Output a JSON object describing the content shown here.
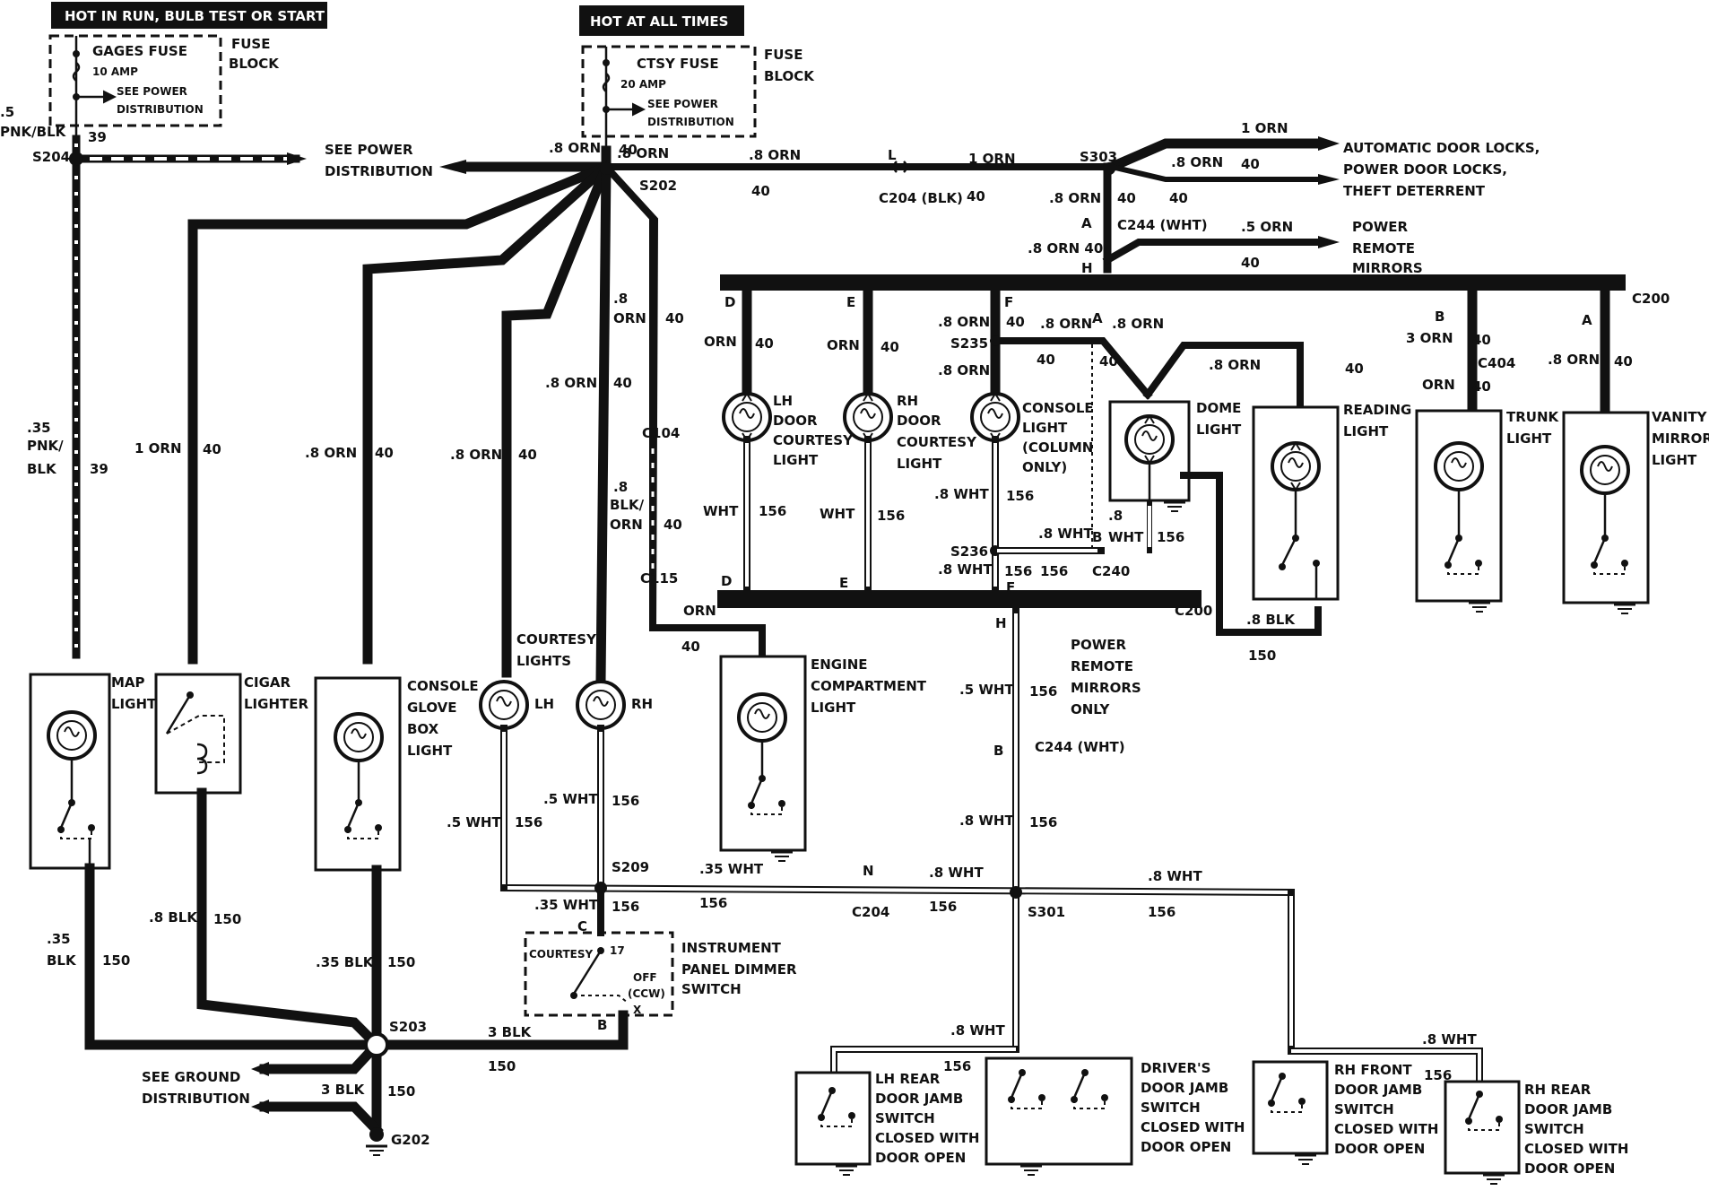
{
  "headers": {
    "run": "HOT IN RUN, BULB TEST OR START",
    "always": "HOT AT ALL TIMES"
  },
  "fuses": {
    "gages": {
      "name": "GAGES FUSE",
      "amp": "10 AMP",
      "see": "SEE POWER",
      "see2": "DISTRIBUTION",
      "block1": "FUSE",
      "block2": "BLOCK"
    },
    "ctsy": {
      "name": "CTSY FUSE",
      "amp": "20 AMP",
      "see": "SEE POWER",
      "see2": "DISTRIBUTION",
      "block1": "FUSE",
      "block2": "BLOCK"
    }
  },
  "power_dist": {
    "l1": "SEE POWER",
    "l2": "DISTRIBUTION"
  },
  "ground_dist": {
    "l1": "SEE GROUND",
    "l2": "DISTRIBUTION"
  },
  "splices": {
    "s204": "S204",
    "s202": "S202",
    "s303": "S303",
    "s235": "S235",
    "s236": "S236",
    "s209": "S209",
    "s301": "S301",
    "s203": "S203",
    "g202": "G202"
  },
  "connectors": {
    "c204blk": "C204 (BLK)",
    "c244a": "C244 (WHT)",
    "c200a": "C200",
    "c200b": "C200",
    "c104": "C104",
    "c115": "C115",
    "c404": "C404",
    "c240": "C240",
    "c244b": "C244 (WHT)",
    "c204": "C204",
    "pins": {
      "L": "L",
      "A": "A",
      "H": "H",
      "D": "D",
      "E": "E",
      "F": "F",
      "A2": "A",
      "B": "B",
      "A3": "A",
      "D2": "D",
      "E2": "E",
      "F2": "F",
      "H2": "H",
      "B2": "B",
      "N": "N",
      "C": "C",
      "B3": "B"
    }
  },
  "wires": {
    "w5pnk": ".5",
    "w5pnk2": "PNK/BLK",
    "w39": "39",
    "w8orn_top": ".8 ORN",
    "w40_top": "40",
    "w8orn_r": ".8 ORN",
    "w40_r": "40",
    "w1orn": "1 ORN",
    "w40_r2": "40",
    "w1orn_adl": "1 ORN",
    "w8orn_adl": ".8 ORN",
    "w40_adl": "40",
    "w8orn_s303": ".8 ORN",
    "w40_s303": "40",
    "w40_s303b": "40",
    "w5orn_prm": ".5 ORN",
    "w40_prm": "40",
    "w8orn40": ".8 ORN 40",
    "w35pnk": ".35",
    "w35pnk2": "PNK/",
    "w35pnk3": "BLK",
    "w39b": "39",
    "w1orn_cig": "1 ORN",
    "w40_cig": "40",
    "w8orn_glove": ".8 ORN",
    "w40_glove": "40",
    "w8orn_lh": ".8 ORN",
    "w40_lh": "40",
    "w8orn_rh": ".8 ORN",
    "w40_rh": "40",
    "w8orn_c104a": ".8",
    "w8orn_c104b": "ORN",
    "w40_c104": "40",
    "w8blk_a": ".8",
    "w8blk_b": "BLK/",
    "w8blk_c": "ORN",
    "w40_c115": "40",
    "orn_lhd": "ORN",
    "w40_lhd": "40",
    "orn_rhd": "ORN",
    "w40_rhd": "40",
    "w8orn_cons": ".8 ORN",
    "w40_cons": "40",
    "w8orn_s235": ".8 ORN",
    "w40_s235": "40",
    "w8orn_dome": ".8 ORN",
    "w40_dome": "40",
    "w8orn_dome2": ".8 ORN",
    "w8orn_read": ".8 ORN",
    "w40_read": "40",
    "w3orn_trunk": "3 ORN",
    "w40_trunk": "40",
    "orn_trunk": "ORN",
    "w40_trunk2": "40",
    "w8orn_van": ".8 ORN",
    "w40_van": "40",
    "wht_lhd": "WHT",
    "w156_lhd": "156",
    "wht_rhd": "WHT",
    "w156_rhd": "156",
    "w8wht_cons": ".8 WHT",
    "w156_cons": "156",
    "w8wht_s236": ".8 WHT",
    "w8wht_s236b": ".8 WHT",
    "w156_s236": "156",
    "w156_s236b": "156",
    "w8wht_dome": ".8",
    "w8wht_dome2": "WHT",
    "w156_dome": "156",
    "w8blk_dome": ".8 BLK",
    "w150_dome": "150",
    "orn_eng": "ORN",
    "w40_eng": "40",
    "w5wht_prm": ".5 WHT",
    "w156_prm": "156",
    "w8wht_c244": ".8 WHT",
    "w156_c244": "156",
    "w5wht_lh": ".5 WHT",
    "w156_lh": "156",
    "w5wht_rh": ".5 WHT",
    "w156_rh": "156",
    "w35wht_s209": ".35 WHT",
    "w156_s209": "156",
    "w8wht_c204": ".8 WHT",
    "w156_c204": "156",
    "w8wht_s301r": ".8 WHT",
    "w156_s301r": "156",
    "w35wht_dim": ".35 WHT",
    "w156_dim": "156",
    "w8wht_s301d": ".8 WHT",
    "w156_s301d": "156",
    "w8wht_lhr": ".8 WHT",
    "w156_lhr": "156",
    "w8wht_rhr": ".8 WHT",
    "w156_rhr": "156",
    "w35blk": ".35",
    "w35blk2": "BLK",
    "w150_map": "150",
    "w8blk_cig": ".8 BLK",
    "w150_cig": "150",
    "w35blk_glove": ".35 BLK",
    "w150_glove": "150",
    "w3blk": "3 BLK",
    "w150_3blk": "150",
    "w3blk_g": "3 BLK",
    "w150_g": "150"
  },
  "right_outputs": {
    "adl1": "AUTOMATIC DOOR LOCKS,",
    "adl2": "POWER DOOR LOCKS,",
    "adl3": "THEFT DETERRENT",
    "prm1": "POWER",
    "prm2": "REMOTE",
    "prm3": "MIRRORS"
  },
  "components": {
    "map": [
      "MAP",
      "LIGHT"
    ],
    "cigar": [
      "CIGAR",
      "LIGHTER"
    ],
    "glove": [
      "CONSOLE",
      "GLOVE",
      "BOX",
      "LIGHT"
    ],
    "courtesy": [
      "COURTESY",
      "LIGHTS"
    ],
    "lh": "LH",
    "rh": "RH",
    "engine": [
      "ENGINE",
      "COMPARTMENT",
      "LIGHT"
    ],
    "lhdoor": [
      "LH",
      "DOOR",
      "COURTESY",
      "LIGHT"
    ],
    "rhdoor": [
      "RH",
      "DOOR",
      "COURTESY",
      "LIGHT"
    ],
    "console": [
      "CONSOLE",
      "LIGHT",
      "(COLUMN",
      "ONLY)"
    ],
    "dome": [
      "DOME",
      "LIGHT"
    ],
    "reading": [
      "READING",
      "LIGHT"
    ],
    "trunk": [
      "TRUNK",
      "LIGHT"
    ],
    "vanity": [
      "VANITY",
      "MIRROR",
      "LIGHT"
    ],
    "prm_only": [
      "POWER",
      "REMOTE",
      "MIRRORS",
      "ONLY"
    ],
    "dimmer": [
      "INSTRUMENT",
      "PANEL DIMMER",
      "SWITCH"
    ],
    "dimmer_inner": {
      "courtesy": "COURTESY",
      "n17": "17",
      "off": "OFF",
      "ccw": "(CCW)",
      "x": "X"
    },
    "lhrear": [
      "LH REAR",
      "DOOR JAMB",
      "SWITCH",
      "CLOSED WITH",
      "DOOR OPEN"
    ],
    "driver": [
      "DRIVER'S",
      "DOOR JAMB",
      "SWITCH",
      "CLOSED WITH",
      "DOOR OPEN"
    ],
    "rhfront": [
      "RH FRONT",
      "DOOR JAMB",
      "SWITCH",
      "CLOSED WITH",
      "DOOR OPEN"
    ],
    "rhrear": [
      "RH REAR",
      "DOOR JAMB",
      "SWITCH",
      "CLOSED WITH",
      "DOOR OPEN"
    ]
  }
}
